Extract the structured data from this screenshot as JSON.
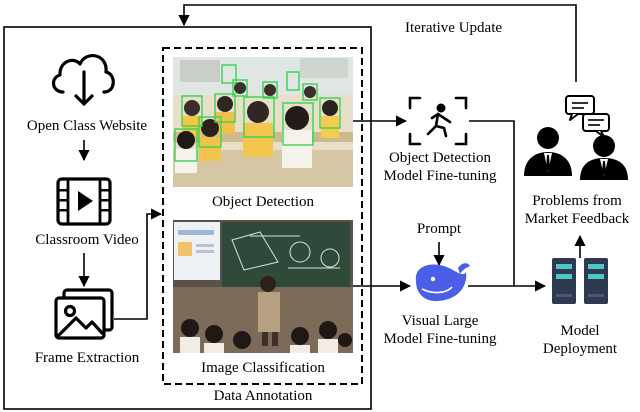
{
  "labels": {
    "iterative_update": "Iterative Update",
    "open_class_website": "Open Class Website",
    "classroom_video": "Classroom Video",
    "frame_extraction": "Frame Extraction",
    "object_detection": "Object Detection",
    "image_classification": "Image Classification",
    "data_annotation": "Data Annotation",
    "od_finetune_line1": "Object Detection",
    "od_finetune_line2": "Model Fine-tuning",
    "prompt": "Prompt",
    "vlm_line1": "Visual Large",
    "vlm_line2": "Model Fine-tuning",
    "problems_line1": "Problems from",
    "problems_line2": "Market Feedback",
    "deploy_line1": "Model",
    "deploy_line2": "Deployment"
  },
  "icons": {
    "cloud": "cloud-download-icon",
    "video": "video-player-icon",
    "frames": "image-gallery-icon",
    "detect": "person-detection-icon",
    "whale": "deepseek-whale-icon",
    "people": "business-people-icon",
    "server": "server-icon"
  },
  "colors": {
    "line": "#000000",
    "whale": "#4a5ee8",
    "server": "#2e3a4f",
    "server_light": "#4fc6c9",
    "bbox": "#39d353"
  }
}
